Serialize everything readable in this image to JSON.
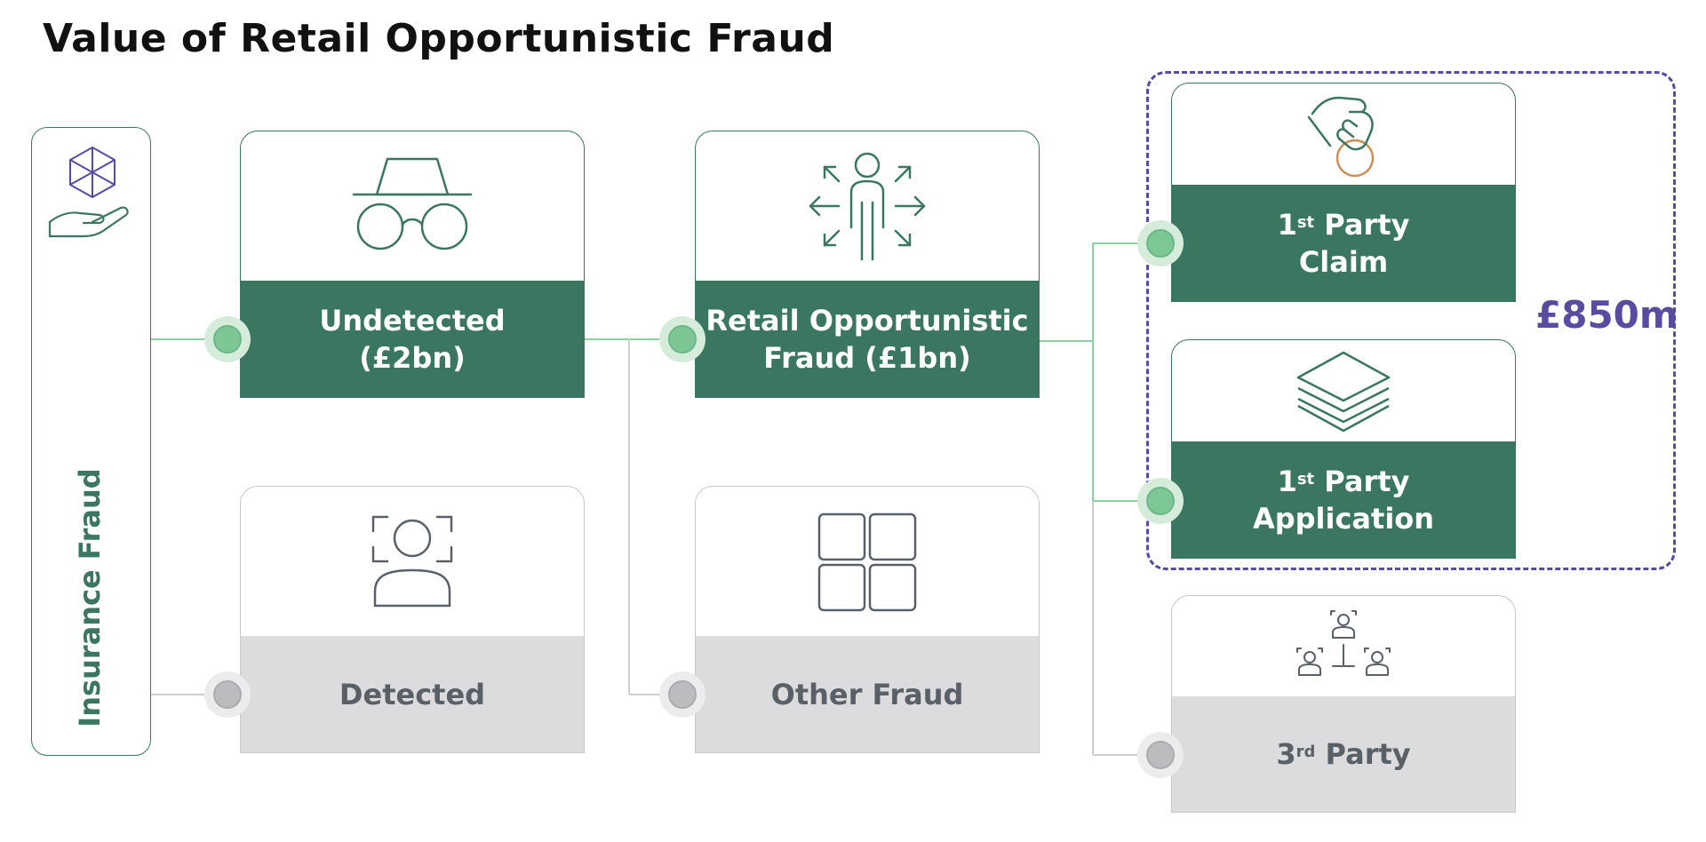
{
  "title": "Value of Retail Opportunistic Fraud",
  "root": {
    "label": "Insurance Fraud"
  },
  "level1": {
    "undetected": {
      "line1": "Undetected",
      "line2": "(£2bn)"
    },
    "detected": {
      "label": "Detected"
    }
  },
  "level2": {
    "retail": {
      "line1": "Retail Opportunistic",
      "line2": "Fraud (£1bn)"
    },
    "other": {
      "label": "Other Fraud"
    }
  },
  "level3": {
    "claim": {
      "num": "1",
      "sup": "st",
      "word": " Party",
      "line2": "Claim"
    },
    "application": {
      "num": "1",
      "sup": "st",
      "word": " Party",
      "line2": "Application"
    },
    "third": {
      "num": "3",
      "sup": "rd",
      "word": " Party"
    }
  },
  "group_value": "£850m",
  "colors": {
    "primary_green": "#3a7660",
    "node_green": "#7dc796",
    "grey_fill": "#dcdcde",
    "grey_text": "#5a6068",
    "accent_purple": "#5a4aa0"
  },
  "icons": {
    "root": "hand-holding-cube-icon",
    "undetected": "disguise-glasses-hat-icon",
    "retail": "person-arrows-icon",
    "claim": "hand-coin-icon",
    "application": "stacked-layers-icon",
    "detected": "face-scan-person-icon",
    "other": "four-squares-grid-icon",
    "third": "connected-people-icon"
  }
}
